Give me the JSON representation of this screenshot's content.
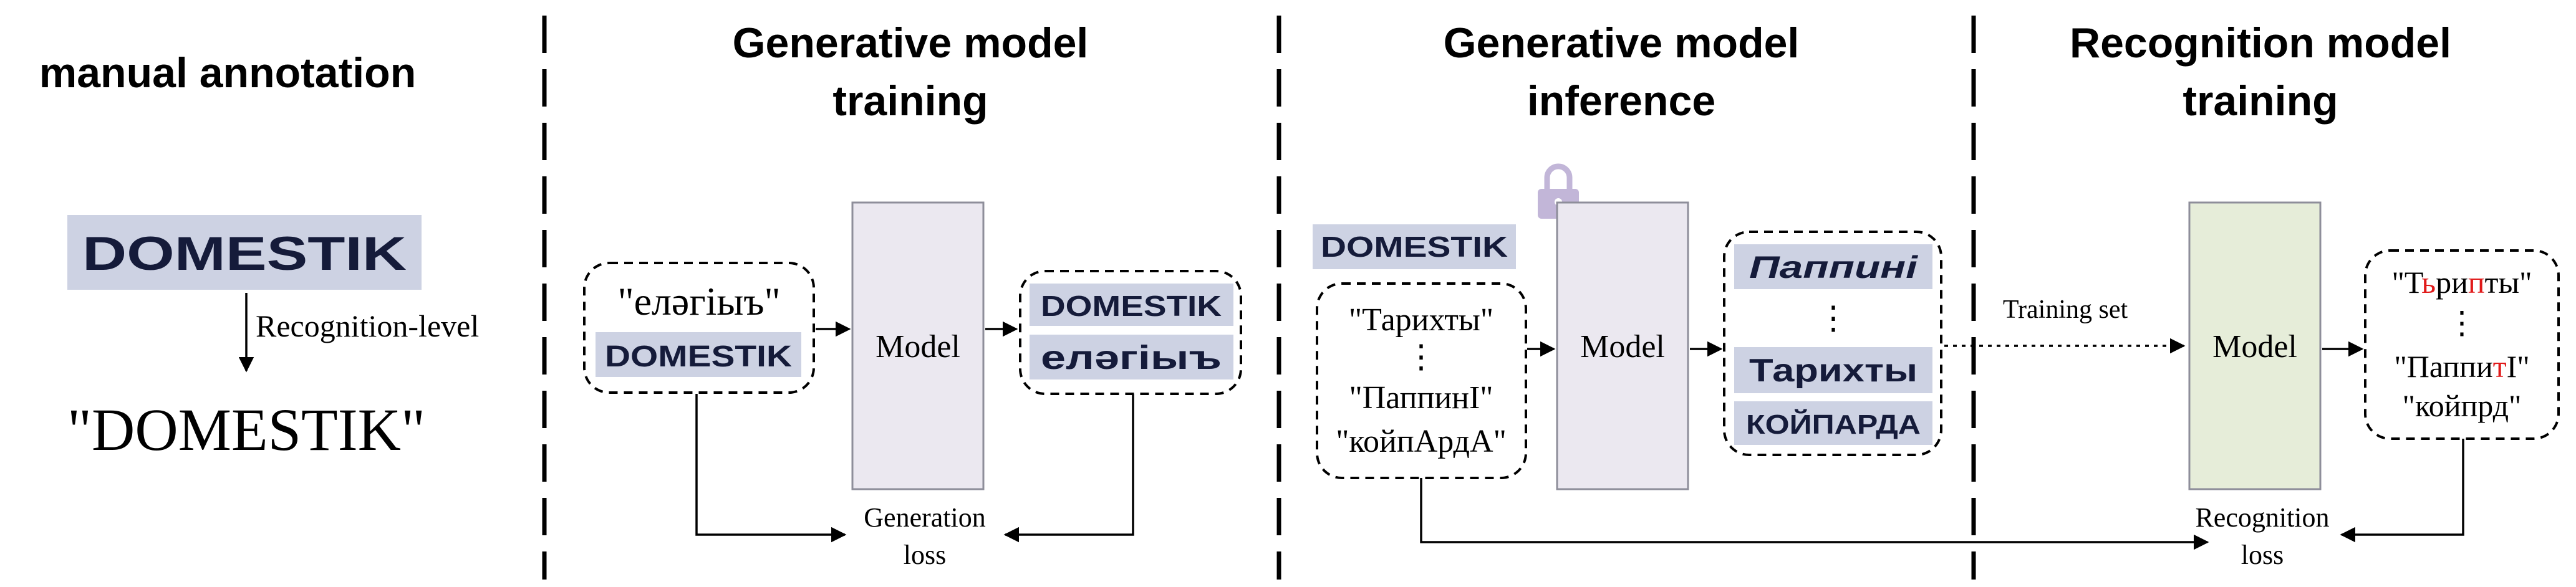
{
  "sections": {
    "manual_annotation": "manual annotation",
    "gen_training_l1": "Generative model",
    "gen_training_l2": "training",
    "gen_inference_l1": "Generative model",
    "gen_inference_l2": "inference",
    "rec_training_l1": "Recognition model",
    "rec_training_l2": "training"
  },
  "manual": {
    "word_image": "DOMESTIK",
    "arrow_label": "Recognition-level",
    "annotation": "\"DOMESTIK\""
  },
  "gen_training": {
    "input_text": "\"елəгіыъ\"",
    "input_image": "DOMESTIK",
    "model": "Model",
    "output_image_1": "DOMESTIK",
    "output_image_2": "елəгіыъ",
    "loss_l1": "Generation",
    "loss_l2": "loss"
  },
  "gen_inference": {
    "style_image": "DOMESTIK",
    "texts": [
      "\"Тарихты\"",
      "⋮",
      "\"ПаппинІ\"",
      "\"койпАрдА\""
    ],
    "model": "Model",
    "outputs": [
      "Паппині",
      "⋮",
      "Тарихты",
      "КОЙПАРДА"
    ]
  },
  "rec_training": {
    "arrow_label": "Training set",
    "model": "Model",
    "pred_1": [
      "\"Т",
      "ь",
      "ри",
      "п",
      "ты\""
    ],
    "dots": "⋮",
    "pred_2": [
      "\"Паппи",
      "т",
      "І\""
    ],
    "pred_3": "\"койпрд\"",
    "loss_l1": "Recognition",
    "loss_l2": "loss",
    "error_color": "#e01a1a"
  },
  "colors": {
    "word_image_bg": "#cdd2e3",
    "gen_model_fill": "#ebe8f0",
    "rec_model_fill": "#e6edd9",
    "lock": "#c2b6d8"
  }
}
